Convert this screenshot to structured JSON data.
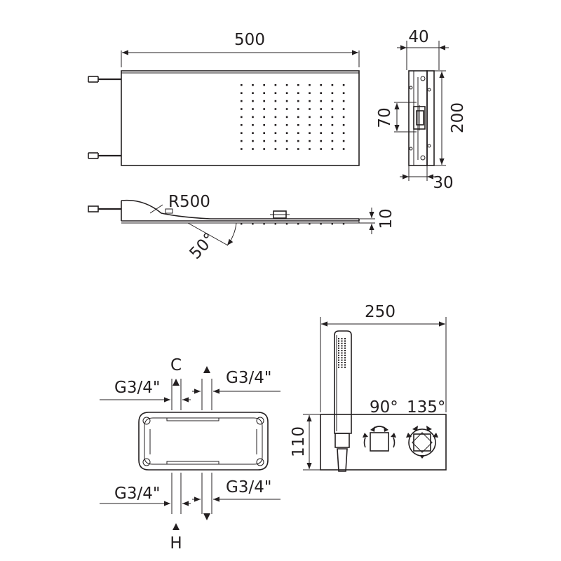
{
  "top_view": {
    "width": "500",
    "front_depth": "40",
    "side_height": "200",
    "inner_height": "70",
    "bottom_depth": "30"
  },
  "profile_view": {
    "radius": "R500",
    "angle": "50°",
    "thickness": "10"
  },
  "connection_view": {
    "cold_label": "C",
    "hot_label": "H",
    "thread_top_left": "G3/4\"",
    "thread_top_right": "G3/4\"",
    "thread_bottom_left": "G3/4\"",
    "thread_bottom_right": "G3/4\""
  },
  "mixer_view": {
    "width": "250",
    "height": "110",
    "angle_left": "90°",
    "angle_right": "135°"
  },
  "colors": {
    "ink": "#231f20",
    "background": "#ffffff"
  }
}
